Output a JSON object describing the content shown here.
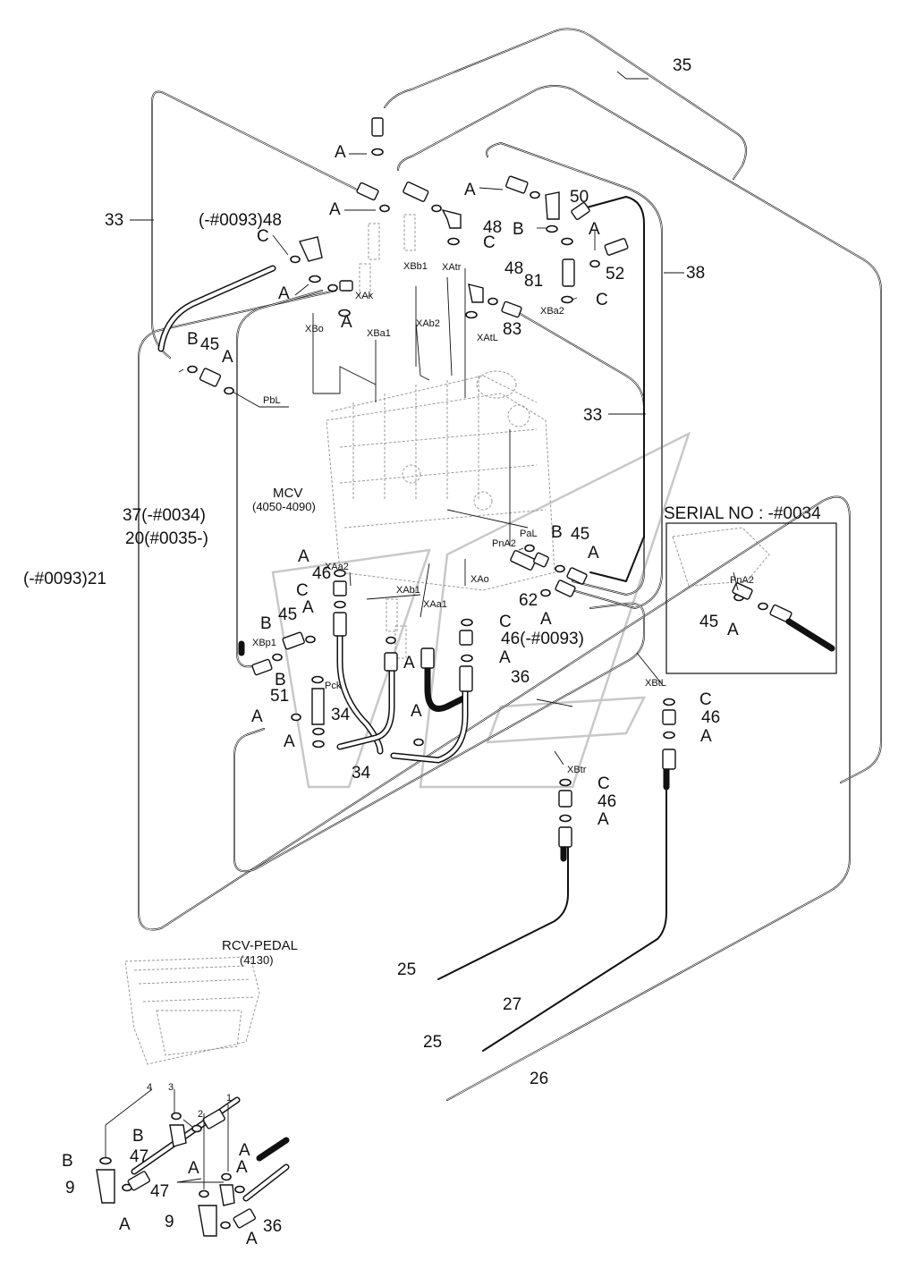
{
  "part_numbers": {
    "p33a": "33",
    "p33b": "33",
    "p35": "35",
    "p38": "38",
    "p48a": "(-#0093)48",
    "p48b": "48",
    "p48c": "48",
    "p50": "50",
    "p52": "52",
    "p81": "81",
    "p83": "83",
    "p45a": "45",
    "p45b": "45",
    "p45c": "45",
    "p45d": "45",
    "p46a": "46",
    "p46b": "46(-#0093)",
    "p46c": "46",
    "p46d": "46",
    "p51": "51",
    "p34a": "34",
    "p34b": "34",
    "p62": "62",
    "p36a": "36",
    "p36b": "36",
    "p37": "37(-#0034)",
    "p20": "20(#0035-)",
    "p21": "(-#0093)21",
    "p25a": "25",
    "p25b": "25",
    "p27": "27",
    "p26": "26",
    "p47a": "47",
    "p47b": "47",
    "p9a": "9",
    "p9b": "9"
  },
  "letters": {
    "A": "A",
    "B": "B",
    "C": "C"
  },
  "ports": {
    "XBb1": "XBb1",
    "XAtr": "XAtr",
    "XAb2": "XAb2",
    "XAk": "XAk",
    "XBo": "XBo",
    "XBa1": "XBa1",
    "XAtL": "XAtL",
    "XBa2": "XBa2",
    "PbL": "PbL",
    "XAa2": "XAa2",
    "XAb1": "XAb1",
    "XAa1": "XAa1",
    "XAo": "XAo",
    "XBp1": "XBp1",
    "Pck": "Pck",
    "PaL": "PaL",
    "PnA2": "PnA2",
    "PnA2b": "PnA2",
    "XBtL": "XBtL",
    "XBtr": "XBtr",
    "n1": "1",
    "n2": "2",
    "n3": "3",
    "n4": "4"
  },
  "components": {
    "mcv_name": "MCV",
    "mcv_range": "(4050-4090)",
    "rcv_name": "RCV-PEDAL",
    "rcv_range": "(4130)"
  },
  "inset": {
    "title": "SERIAL NO : -#0034"
  }
}
